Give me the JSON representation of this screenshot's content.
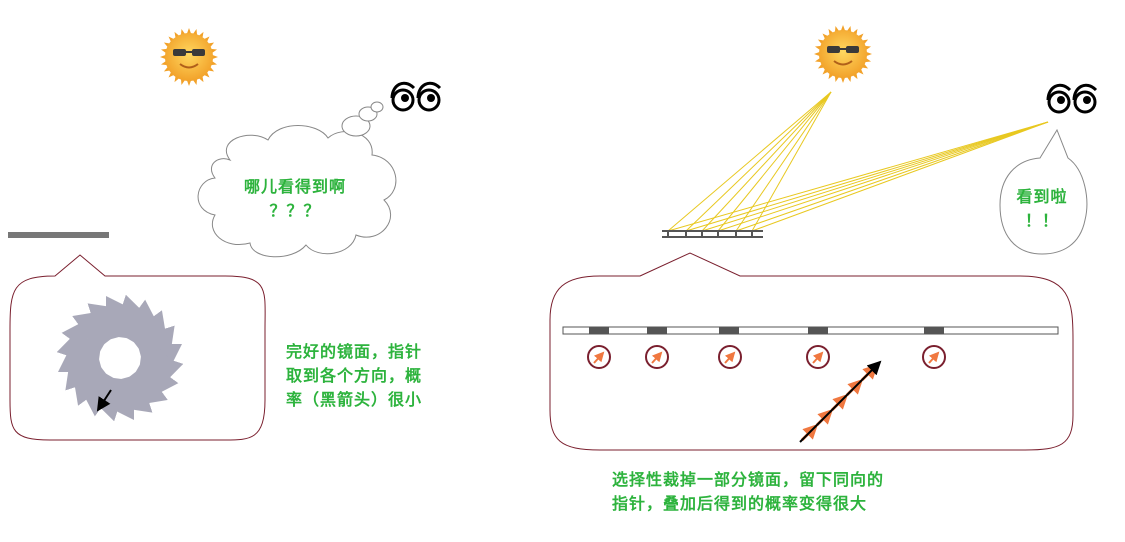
{
  "left_panel": {
    "cloud_text_line1": "哪儿看得到啊",
    "cloud_text_line2": "？？？",
    "caption_line1": "完好的镜面，指针",
    "caption_line2": "取到各个方向，概",
    "caption_line3": "率（黑箭头）很小"
  },
  "right_panel": {
    "speech_line1": "看到啦",
    "speech_line2": "！！",
    "caption_line1": "选择性裁掉一部分镜面，留下同向的",
    "caption_line2": "指针，叠加后得到的概率变得很大"
  },
  "colors": {
    "text": "#2db33d",
    "bubble_border": "#7a1f2e",
    "mirror": "#777777",
    "light_ray": "#e8c820",
    "phasor": "#f07840",
    "sun": "#f4b43a"
  },
  "icons": [
    "sun-icon",
    "eyes-icon",
    "thought-cloud",
    "speech-bubble",
    "mirror",
    "phasor-icon",
    "resultant-arrow-icon"
  ]
}
